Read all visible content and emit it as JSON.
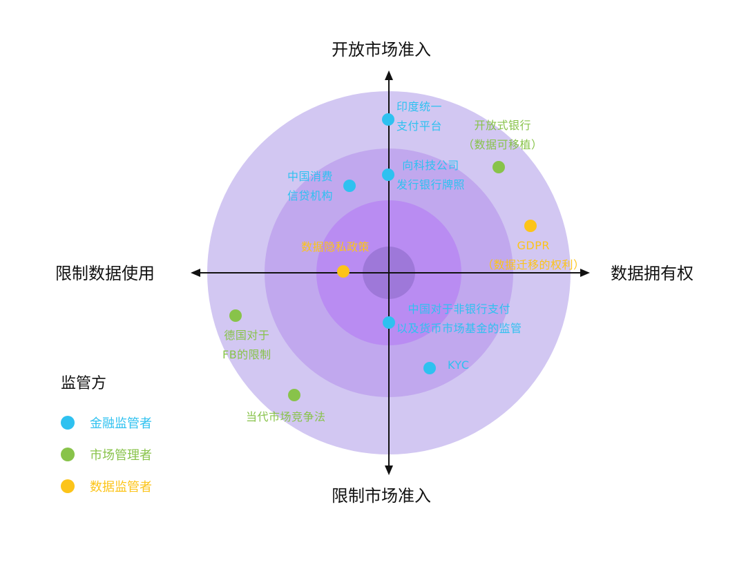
{
  "colors": {
    "finance": "#2ec1f0",
    "market": "#88c34a",
    "data": "#fcc419",
    "ring_outer": "#d2c7f2",
    "ring_2": "#c1a8ee",
    "ring_3": "#b98cf2",
    "ring_core": "#9e78d9",
    "axis": "#111111"
  },
  "axes": {
    "top": "开放市场准入",
    "bottom": "限制市场准入",
    "left": "限制数据使用",
    "right": "数据拥有权"
  },
  "points": [
    {
      "id": "india-upi",
      "category": "finance",
      "lines": [
        "印度统一",
        "支付平台"
      ]
    },
    {
      "id": "open-banking",
      "category": "market",
      "lines": [
        "开放式银行",
        "（数据可移植）"
      ]
    },
    {
      "id": "fintech-license",
      "category": "finance",
      "lines": [
        "向科技公司",
        "发行银行牌照"
      ]
    },
    {
      "id": "china-consumer-credit",
      "category": "finance",
      "lines": [
        "中国消费",
        "信贷机构"
      ]
    },
    {
      "id": "gdpr",
      "category": "data",
      "lines": [
        "GDPR",
        "（数据迁移的权利）"
      ]
    },
    {
      "id": "data-privacy",
      "category": "data",
      "lines": [
        "数据隐私政策"
      ]
    },
    {
      "id": "china-nonbank",
      "category": "finance",
      "lines": [
        "中国对于非银行支付",
        "以及货币市场基金的监管"
      ]
    },
    {
      "id": "germany-fb",
      "category": "market",
      "lines": [
        "德国对于",
        "FB的限制"
      ]
    },
    {
      "id": "kyc",
      "category": "finance",
      "lines": [
        "KYC"
      ]
    },
    {
      "id": "competition-law",
      "category": "market",
      "lines": [
        "当代市场竞争法"
      ]
    }
  ],
  "legend": {
    "title": "监管方",
    "items": [
      {
        "category": "finance",
        "label": "金融监管者"
      },
      {
        "category": "market",
        "label": "市场管理者"
      },
      {
        "category": "data",
        "label": "数据监管者"
      }
    ]
  }
}
